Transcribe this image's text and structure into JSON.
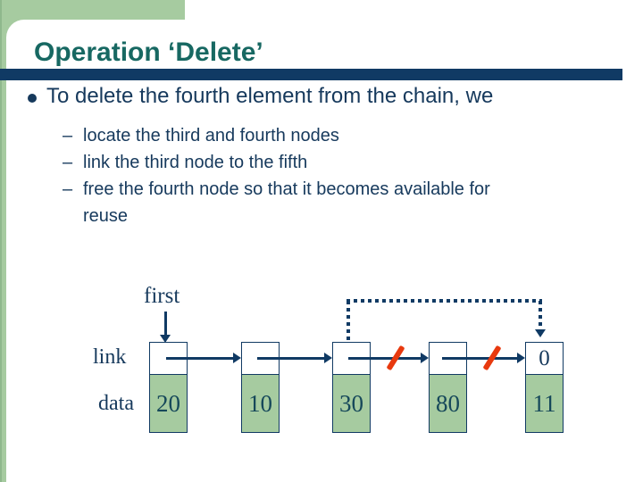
{
  "slide": {
    "title": "Operation ‘Delete’",
    "bullet_text": "To delete the fourth element from the chain, we",
    "sub_marker": "–",
    "sub_bullets": [
      "locate the third and fourth nodes",
      "link the third node to the fifth",
      "free the fourth node so that it becomes available for reuse"
    ]
  },
  "diagram": {
    "pointer_label": "first",
    "link_label": "link",
    "data_label": "data",
    "nodes": [
      {
        "link": "",
        "data": "20"
      },
      {
        "link": "",
        "data": "10"
      },
      {
        "link": "",
        "data": "30"
      },
      {
        "link": "",
        "data": "80"
      },
      {
        "link": "0",
        "data": "11"
      }
    ]
  },
  "colors": {
    "accent_green": "#A6CBA0",
    "navy": "#103A64",
    "title_teal": "#176862",
    "slash_red": "#E8390E"
  }
}
